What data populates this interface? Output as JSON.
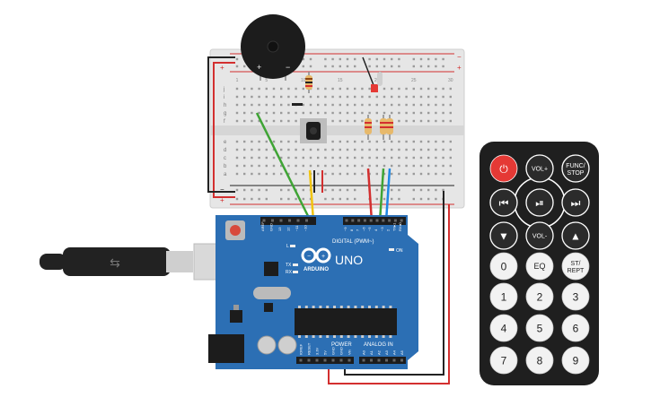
{
  "board": {
    "logo_text": "ARDUINO",
    "model": "UNO",
    "digital_label": "DIGITAL (PWM~)",
    "power_label": "POWER",
    "analog_label": "ANALOG IN",
    "on_label": "ON",
    "tx_label": "TX",
    "rx_label": "RX",
    "l_label": "L",
    "pin_labels_top": [
      "AREF",
      "GND",
      "13",
      "12",
      "~11",
      "~10",
      "~9",
      "8",
      "7",
      "~6",
      "~5",
      "4",
      "~3",
      "2",
      "TX▸1",
      "RX◂0"
    ],
    "pin_labels_power": [
      "IOREF",
      "RESET",
      "3.3V",
      "5V",
      "GND",
      "GND",
      "Vin"
    ],
    "pin_labels_analog": [
      "A0",
      "A1",
      "A2",
      "A3",
      "A4",
      "A5"
    ]
  },
  "buzzer": {
    "plus": "+",
    "minus": "−"
  },
  "breadboard": {
    "row_letters_top": [
      "j",
      "i",
      "h",
      "g",
      "f"
    ],
    "row_letters_bottom": [
      "e",
      "d",
      "c",
      "b",
      "a"
    ],
    "rail_plus": "+",
    "rail_minus": "−"
  },
  "remote": {
    "buttons": [
      {
        "name": "power-button",
        "label": "⏻",
        "color": "#e53935"
      },
      {
        "name": "vol-plus-button",
        "label": "VOL+",
        "color": "#2b2b2b"
      },
      {
        "name": "func-stop-button",
        "label": "FUNC/ STOP",
        "color": "#2b2b2b"
      },
      {
        "name": "prev-button",
        "label": "⏮",
        "color": "#2b2b2b"
      },
      {
        "name": "play-pause-button",
        "label": "⏯",
        "color": "#2b2b2b"
      },
      {
        "name": "next-button",
        "label": "⏭",
        "color": "#2b2b2b"
      },
      {
        "name": "down-button",
        "label": "▼",
        "color": "#2b2b2b"
      },
      {
        "name": "vol-minus-button",
        "label": "VOL-",
        "color": "#2b2b2b"
      },
      {
        "name": "up-button",
        "label": "▲",
        "color": "#2b2b2b"
      },
      {
        "name": "digit-0-button",
        "label": "0",
        "color": "#f2f2f2"
      },
      {
        "name": "eq-button",
        "label": "EQ",
        "color": "#f2f2f2"
      },
      {
        "name": "st-rept-button",
        "label": "ST/ REPT",
        "color": "#f2f2f2"
      },
      {
        "name": "digit-1-button",
        "label": "1",
        "color": "#f2f2f2"
      },
      {
        "name": "digit-2-button",
        "label": "2",
        "color": "#f2f2f2"
      },
      {
        "name": "digit-3-button",
        "label": "3",
        "color": "#f2f2f2"
      },
      {
        "name": "digit-4-button",
        "label": "4",
        "color": "#f2f2f2"
      },
      {
        "name": "digit-5-button",
        "label": "5",
        "color": "#f2f2f2"
      },
      {
        "name": "digit-6-button",
        "label": "6",
        "color": "#f2f2f2"
      },
      {
        "name": "digit-7-button",
        "label": "7",
        "color": "#f2f2f2"
      },
      {
        "name": "digit-8-button",
        "label": "8",
        "color": "#f2f2f2"
      },
      {
        "name": "digit-9-button",
        "label": "9",
        "color": "#f2f2f2"
      }
    ]
  },
  "colors": {
    "board": "#2c6fb4",
    "breadboard": "#e8e8e8",
    "wire_red": "#d32f2f",
    "wire_black": "#222222",
    "wire_green": "#3fa435",
    "wire_yellow": "#f1c40f",
    "wire_blue": "#1e88e5",
    "remote_body": "#1f1f1f"
  }
}
